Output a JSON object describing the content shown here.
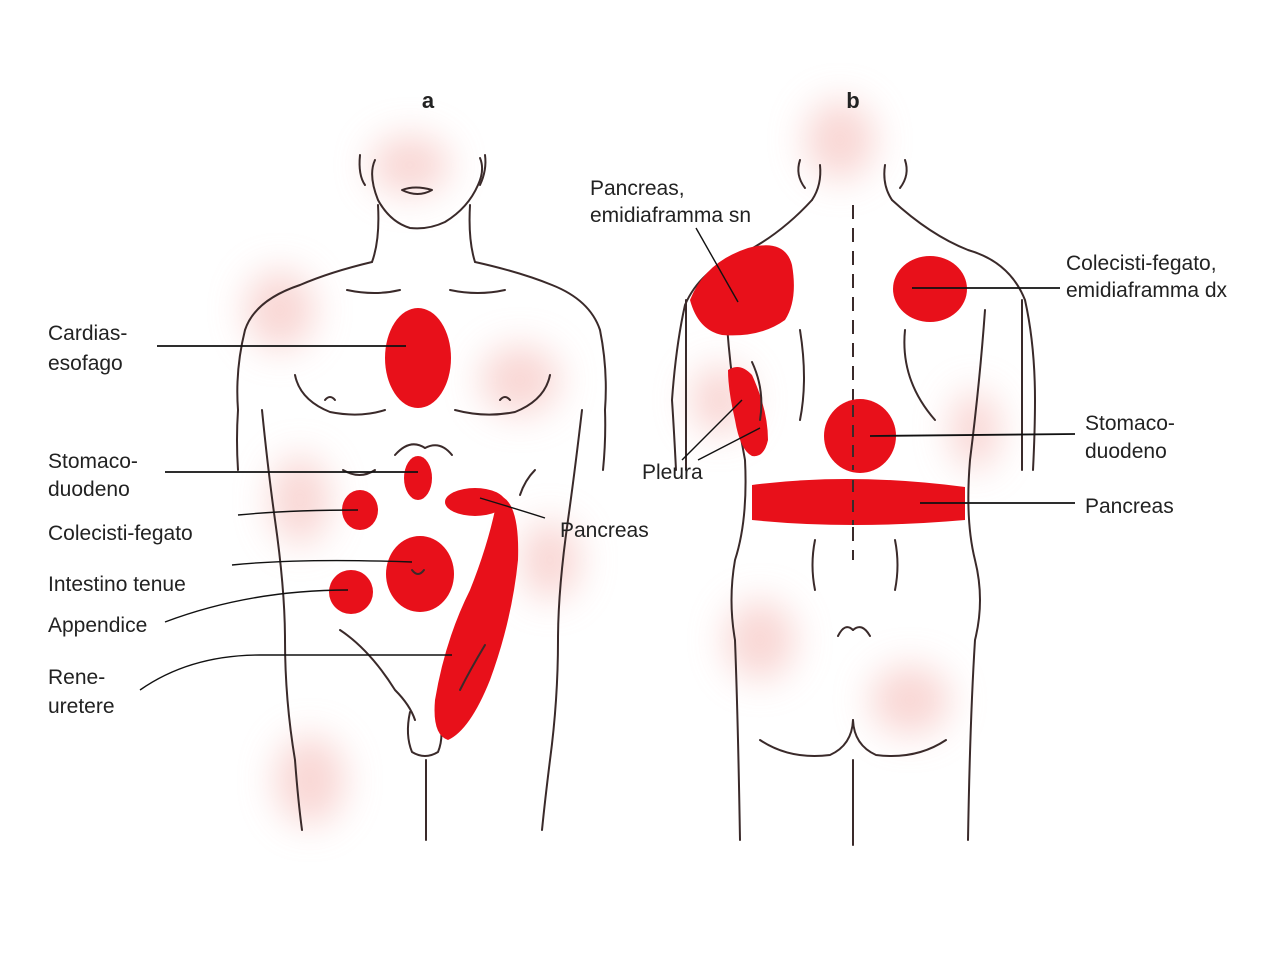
{
  "panels": {
    "front": {
      "letter": "a"
    },
    "back": {
      "letter": "b"
    }
  },
  "colors": {
    "pain_area": "#e8101a",
    "halo": "#f7c9c6",
    "outline": "#3a2a2a"
  },
  "front_labels": {
    "cardias_1": "Cardias-",
    "cardias_2": "esofago",
    "stomaco_1": "Stomaco-",
    "stomaco_2": "duodeno",
    "colecisti": "Colecisti-fegato",
    "intestino": "Intestino tenue",
    "appendice": "Appendice",
    "pancreas": "Pancreas",
    "rene_1": "Rene-",
    "rene_2": "uretere"
  },
  "back_labels": {
    "pancreas_sn_1": "Pancreas,",
    "pancreas_sn_2": "emidiaframma sn",
    "colecisti_1": "Colecisti-fegato,",
    "colecisti_2": "emidiaframma dx",
    "pleura": "Pleura",
    "stomaco_1": "Stomaco-",
    "stomaco_2": "duodeno",
    "pancreas": "Pancreas"
  }
}
